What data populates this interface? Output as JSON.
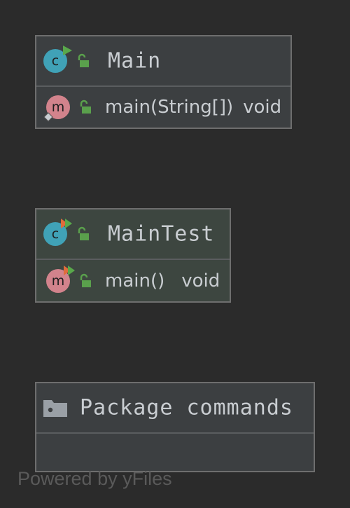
{
  "nodes": {
    "main": {
      "title": "Main",
      "members": [
        {
          "name": "main(String[])",
          "type": "void"
        }
      ]
    },
    "maintest": {
      "title": "MainTest",
      "members": [
        {
          "name": "main()",
          "type": "void"
        }
      ]
    },
    "package": {
      "title": "Package commands"
    }
  },
  "watermark": "Powered by yFiles",
  "icons": {
    "class_letter": "c",
    "method_letter": "m",
    "class_color": "#40a2b7",
    "method_color": "#d2838c",
    "lock_color": "#5aa04c"
  }
}
